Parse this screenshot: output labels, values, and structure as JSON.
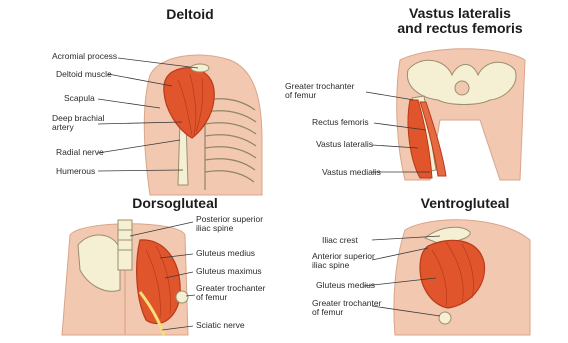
{
  "colors": {
    "skin": "#f2c8b0",
    "skin_dark": "#e3a88c",
    "muscle": "#e0552c",
    "muscle_dark": "#b83a1a",
    "bone": "#f5efd4",
    "bone_outline": "#9b8f6c",
    "leader": "#3a3a3a"
  },
  "deltoid": {
    "title": "Deltoid",
    "labels": [
      "Acromial process",
      "Deltoid muscle",
      "Scapula",
      "Deep brachial\nartery",
      "Radial nerve",
      "Humerous"
    ]
  },
  "vastus": {
    "title": "Vastus lateralis\nand rectus femoris",
    "labels": [
      "Greater trochanter\nof femur",
      "Rectus femoris",
      "Vastus lateralis",
      "Vastus medialis"
    ]
  },
  "dorsogluteal": {
    "title": "Dorsogluteal",
    "labels": [
      "Posterior superior\niliac spine",
      "Gluteus medius",
      "Gluteus maximus",
      "Greater trochanter\nof femur",
      "Sciatic nerve"
    ]
  },
  "ventrogluteal": {
    "title": "Ventrogluteal",
    "labels": [
      "Iliac crest",
      "Anterior superior\niliac spine",
      "Gluteus medius",
      "Greater trochanter\nof femur"
    ]
  }
}
